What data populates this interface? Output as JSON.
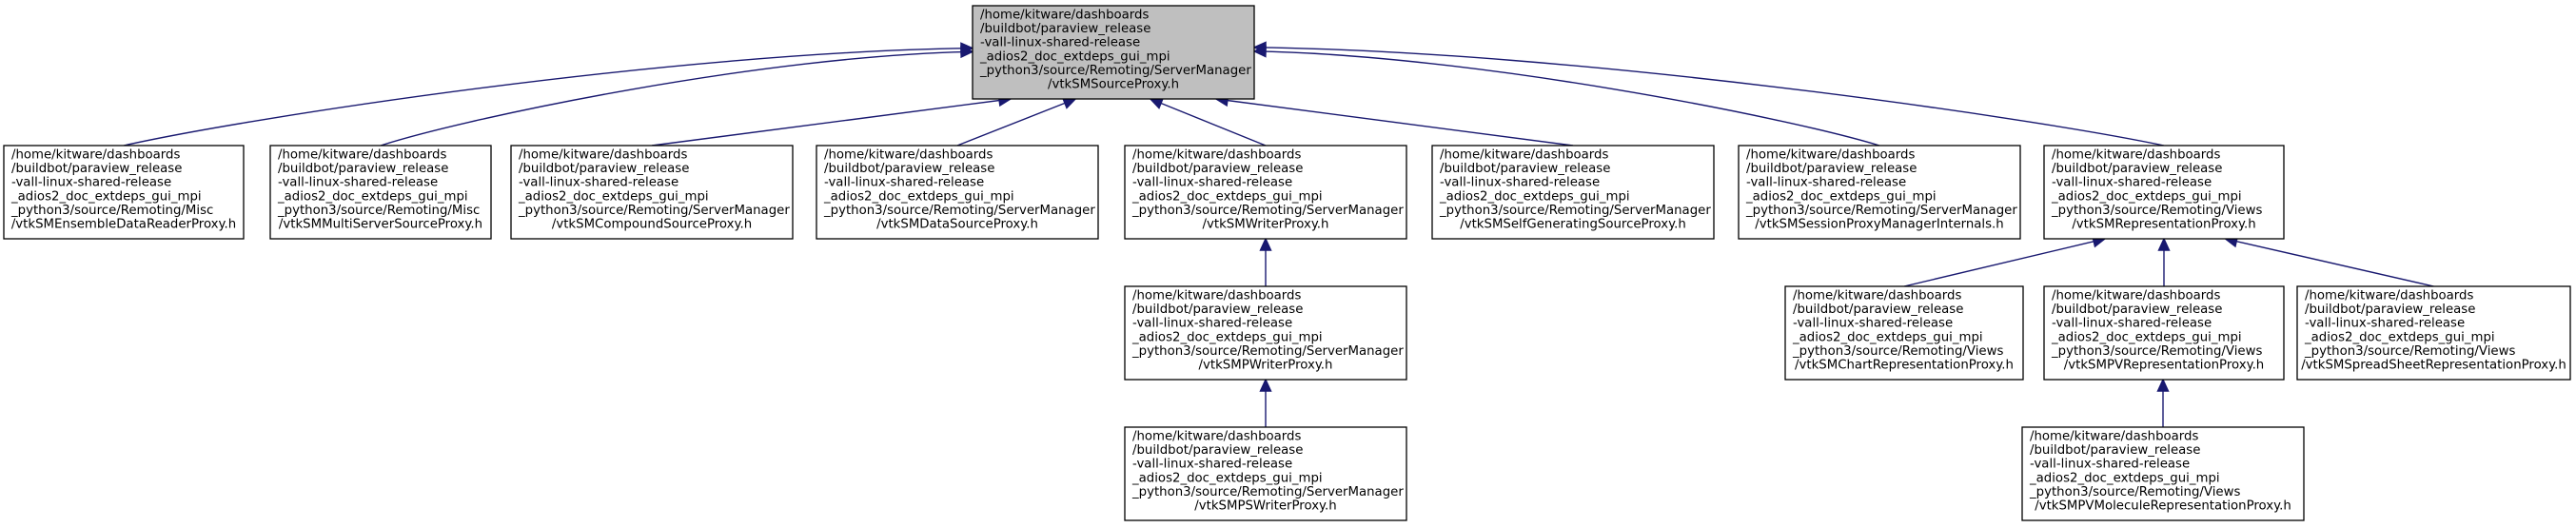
{
  "colors": {
    "edge": "#191970",
    "root_fill": "#bfbfbf",
    "node_fill": "#ffffff",
    "border": "#000000"
  },
  "nodes": [
    {
      "id": "root",
      "root": true,
      "lines": [
        "/home/kitware/dashboards",
        "/buildbot/paraview_release",
        "-vall-linux-shared-release",
        "_adios2_doc_extdeps_gui_mpi",
        "_python3/source/Remoting/ServerManager",
        "/vtkSMSourceProxy.h"
      ]
    },
    {
      "id": "ensemble",
      "lines": [
        "/home/kitware/dashboards",
        "/buildbot/paraview_release",
        "-vall-linux-shared-release",
        "_adios2_doc_extdeps_gui_mpi",
        "_python3/source/Remoting/Misc",
        "/vtkSMEnsembleDataReaderProxy.h"
      ]
    },
    {
      "id": "multiserver",
      "lines": [
        "/home/kitware/dashboards",
        "/buildbot/paraview_release",
        "-vall-linux-shared-release",
        "_adios2_doc_extdeps_gui_mpi",
        "_python3/source/Remoting/Misc",
        "/vtkSMMultiServerSourceProxy.h"
      ]
    },
    {
      "id": "compound",
      "lines": [
        "/home/kitware/dashboards",
        "/buildbot/paraview_release",
        "-vall-linux-shared-release",
        "_adios2_doc_extdeps_gui_mpi",
        "_python3/source/Remoting/ServerManager",
        "/vtkSMCompoundSourceProxy.h"
      ]
    },
    {
      "id": "datasource",
      "lines": [
        "/home/kitware/dashboards",
        "/buildbot/paraview_release",
        "-vall-linux-shared-release",
        "_adios2_doc_extdeps_gui_mpi",
        "_python3/source/Remoting/ServerManager",
        "/vtkSMDataSourceProxy.h"
      ]
    },
    {
      "id": "writer",
      "lines": [
        "/home/kitware/dashboards",
        "/buildbot/paraview_release",
        "-vall-linux-shared-release",
        "_adios2_doc_extdeps_gui_mpi",
        "_python3/source/Remoting/ServerManager",
        "/vtkSMWriterProxy.h"
      ]
    },
    {
      "id": "selfgen",
      "lines": [
        "/home/kitware/dashboards",
        "/buildbot/paraview_release",
        "-vall-linux-shared-release",
        "_adios2_doc_extdeps_gui_mpi",
        "_python3/source/Remoting/ServerManager",
        "/vtkSMSelfGeneratingSourceProxy.h"
      ]
    },
    {
      "id": "session",
      "lines": [
        "/home/kitware/dashboards",
        "/buildbot/paraview_release",
        "-vall-linux-shared-release",
        "_adios2_doc_extdeps_gui_mpi",
        "_python3/source/Remoting/ServerManager",
        "/vtkSMSessionProxyManagerInternals.h"
      ]
    },
    {
      "id": "representation",
      "lines": [
        "/home/kitware/dashboards",
        "/buildbot/paraview_release",
        "-vall-linux-shared-release",
        "_adios2_doc_extdeps_gui_mpi",
        "_python3/source/Remoting/Views",
        "/vtkSMRepresentationProxy.h"
      ]
    },
    {
      "id": "pwriter",
      "lines": [
        "/home/kitware/dashboards",
        "/buildbot/paraview_release",
        "-vall-linux-shared-release",
        "_adios2_doc_extdeps_gui_mpi",
        "_python3/source/Remoting/ServerManager",
        "/vtkSMPWriterProxy.h"
      ]
    },
    {
      "id": "chartrep",
      "lines": [
        "/home/kitware/dashboards",
        "/buildbot/paraview_release",
        "-vall-linux-shared-release",
        "_adios2_doc_extdeps_gui_mpi",
        "_python3/source/Remoting/Views",
        "/vtkSMChartRepresentationProxy.h"
      ]
    },
    {
      "id": "pvrep",
      "lines": [
        "/home/kitware/dashboards",
        "/buildbot/paraview_release",
        "-vall-linux-shared-release",
        "_adios2_doc_extdeps_gui_mpi",
        "_python3/source/Remoting/Views",
        "/vtkSMPVRepresentationProxy.h"
      ]
    },
    {
      "id": "spreadsheet",
      "lines": [
        "/home/kitware/dashboards",
        "/buildbot/paraview_release",
        "-vall-linux-shared-release",
        "_adios2_doc_extdeps_gui_mpi",
        "_python3/source/Remoting/Views",
        "/vtkSMSpreadSheetRepresentationProxy.h"
      ]
    },
    {
      "id": "pswriter",
      "lines": [
        "/home/kitware/dashboards",
        "/buildbot/paraview_release",
        "-vall-linux-shared-release",
        "_adios2_doc_extdeps_gui_mpi",
        "_python3/source/Remoting/ServerManager",
        "/vtkSMPSWriterProxy.h"
      ]
    },
    {
      "id": "pvmolecule",
      "lines": [
        "/home/kitware/dashboards",
        "/buildbot/paraview_release",
        "-vall-linux-shared-release",
        "_adios2_doc_extdeps_gui_mpi",
        "_python3/source/Remoting/Views",
        "/vtkSMPVMoleculeRepresentationProxy.h"
      ]
    }
  ],
  "edges": [
    {
      "from": "ensemble",
      "to": "root"
    },
    {
      "from": "multiserver",
      "to": "root"
    },
    {
      "from": "compound",
      "to": "root"
    },
    {
      "from": "datasource",
      "to": "root"
    },
    {
      "from": "writer",
      "to": "root"
    },
    {
      "from": "selfgen",
      "to": "root"
    },
    {
      "from": "session",
      "to": "root"
    },
    {
      "from": "representation",
      "to": "root"
    },
    {
      "from": "pwriter",
      "to": "writer"
    },
    {
      "from": "pswriter",
      "to": "pwriter"
    },
    {
      "from": "chartrep",
      "to": "representation"
    },
    {
      "from": "pvrep",
      "to": "representation"
    },
    {
      "from": "spreadsheet",
      "to": "representation"
    },
    {
      "from": "pvmolecule",
      "to": "pvrep"
    }
  ]
}
